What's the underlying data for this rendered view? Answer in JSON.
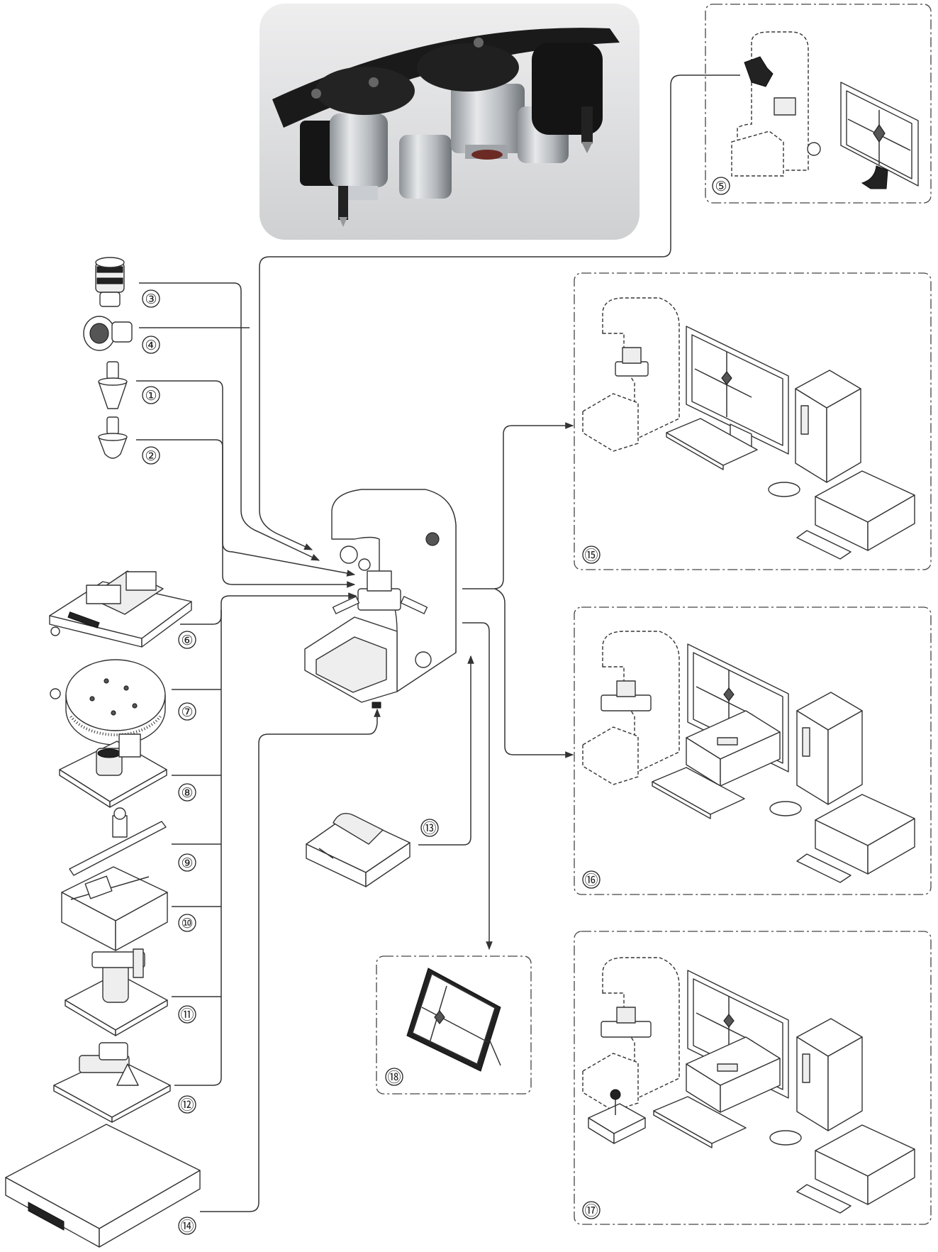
{
  "labels": {
    "n1": "①",
    "n2": "②",
    "n3": "③",
    "n4": "④",
    "n5": "⑤",
    "n6": "⑥",
    "n7": "⑦",
    "n8": "⑧",
    "n9": "⑨",
    "n10": "⑩",
    "n11": "⑪",
    "n12": "⑫",
    "n13": "⑬",
    "n14": "⑭",
    "n15": "⑮",
    "n16": "⑯",
    "n17": "⑰",
    "n18": "⑱"
  },
  "colors": {
    "line": "#333333",
    "photo_bg": "#d9dadb",
    "photo_turret": "#1c1c1c",
    "photo_lens": "#b8bcc0"
  },
  "icons": [
    "turret-photo-icon",
    "eyepiece-icon",
    "objective-icon",
    "indenter-icon",
    "hardness-tester-icon",
    "monitor-icon",
    "computer-tower-icon",
    "printer-icon",
    "keyboard-icon",
    "mouse-icon",
    "xy-stage-icon",
    "rotary-table-icon",
    "vise-icon",
    "joystick-icon",
    "tablet-icon",
    "balance-icon"
  ]
}
